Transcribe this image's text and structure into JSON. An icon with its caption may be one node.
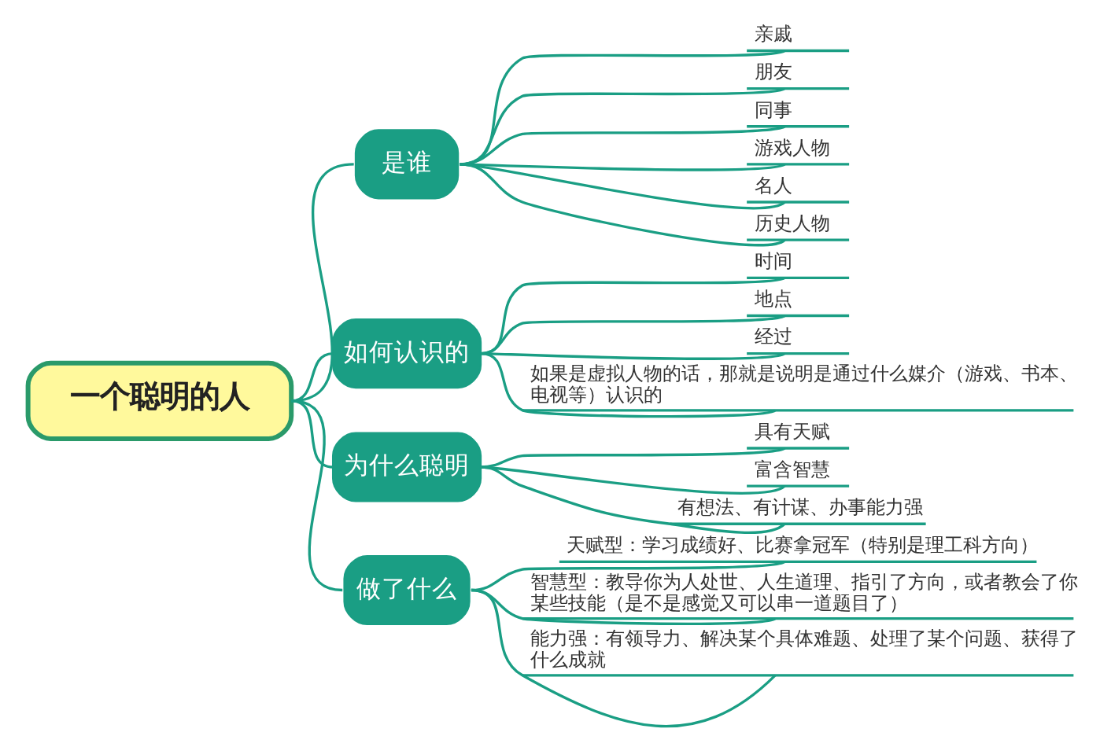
{
  "diagram": {
    "nodes": [
      {
        "text": [
          "一个聪明的人"
        ]
      },
      {
        "text": [
          "是谁"
        ]
      },
      {
        "text": [
          "亲戚"
        ]
      },
      {
        "text": [
          "朋友"
        ]
      },
      {
        "text": [
          "同事"
        ]
      },
      {
        "text": [
          "游戏人物"
        ]
      },
      {
        "text": [
          "名人"
        ]
      },
      {
        "text": [
          "历史人物"
        ]
      },
      {
        "text": [
          "如何认识的"
        ]
      },
      {
        "text": [
          "时间"
        ]
      },
      {
        "text": [
          "地点"
        ]
      },
      {
        "text": [
          "经过"
        ]
      },
      {
        "text": [
          "如果是虚拟人物的话，那就是说明是通过什么媒介（游戏、书本、电视等）认识的"
        ]
      },
      {
        "text": [
          "为什么聪明"
        ]
      },
      {
        "text": [
          "具有天赋"
        ]
      },
      {
        "text": [
          "富含智慧"
        ]
      },
      {
        "text": [
          "有想法、有计谋、办事能力强"
        ]
      },
      {
        "text": [
          "做了什么"
        ]
      },
      {
        "text": [
          "天赋型：学习成绩好、比赛拿冠军（特别是理工科方向）"
        ]
      },
      {
        "text": [
          "智慧型：教导你为人处世、人生道理、指引了方向，或者教会了你某些技能（是不是感觉又可以串一道题目了）"
        ]
      },
      {
        "text": [
          "能力强：有领导力、解决某个具体难题、处理了某个问题、获得了什么成就"
        ]
      }
    ],
    "edges": [
      {
        "from": 0,
        "to": 1,
        "arrow": "none"
      },
      {
        "from": 1,
        "to": 2,
        "arrow": "none"
      },
      {
        "from": 1,
        "to": 3,
        "arrow": "none"
      },
      {
        "from": 1,
        "to": 4,
        "arrow": "none"
      },
      {
        "from": 1,
        "to": 5,
        "arrow": "none"
      },
      {
        "from": 1,
        "to": 6,
        "arrow": "none"
      },
      {
        "from": 1,
        "to": 7,
        "arrow": "none"
      },
      {
        "from": 0,
        "to": 8,
        "arrow": "none"
      },
      {
        "from": 8,
        "to": 9,
        "arrow": "none"
      },
      {
        "from": 8,
        "to": 10,
        "arrow": "none"
      },
      {
        "from": 8,
        "to": 11,
        "arrow": "none"
      },
      {
        "from": 8,
        "to": 12,
        "arrow": "none"
      },
      {
        "from": 0,
        "to": 13,
        "arrow": "none"
      },
      {
        "from": 13,
        "to": 14,
        "arrow": "none"
      },
      {
        "from": 13,
        "to": 15,
        "arrow": "none"
      },
      {
        "from": 13,
        "to": 16,
        "arrow": "none"
      },
      {
        "from": 0,
        "to": 17,
        "arrow": "none"
      },
      {
        "from": 17,
        "to": 18,
        "arrow": "none"
      },
      {
        "from": 17,
        "to": 19,
        "arrow": "none"
      },
      {
        "from": 17,
        "to": 20,
        "arrow": "none"
      }
    ]
  }
}
